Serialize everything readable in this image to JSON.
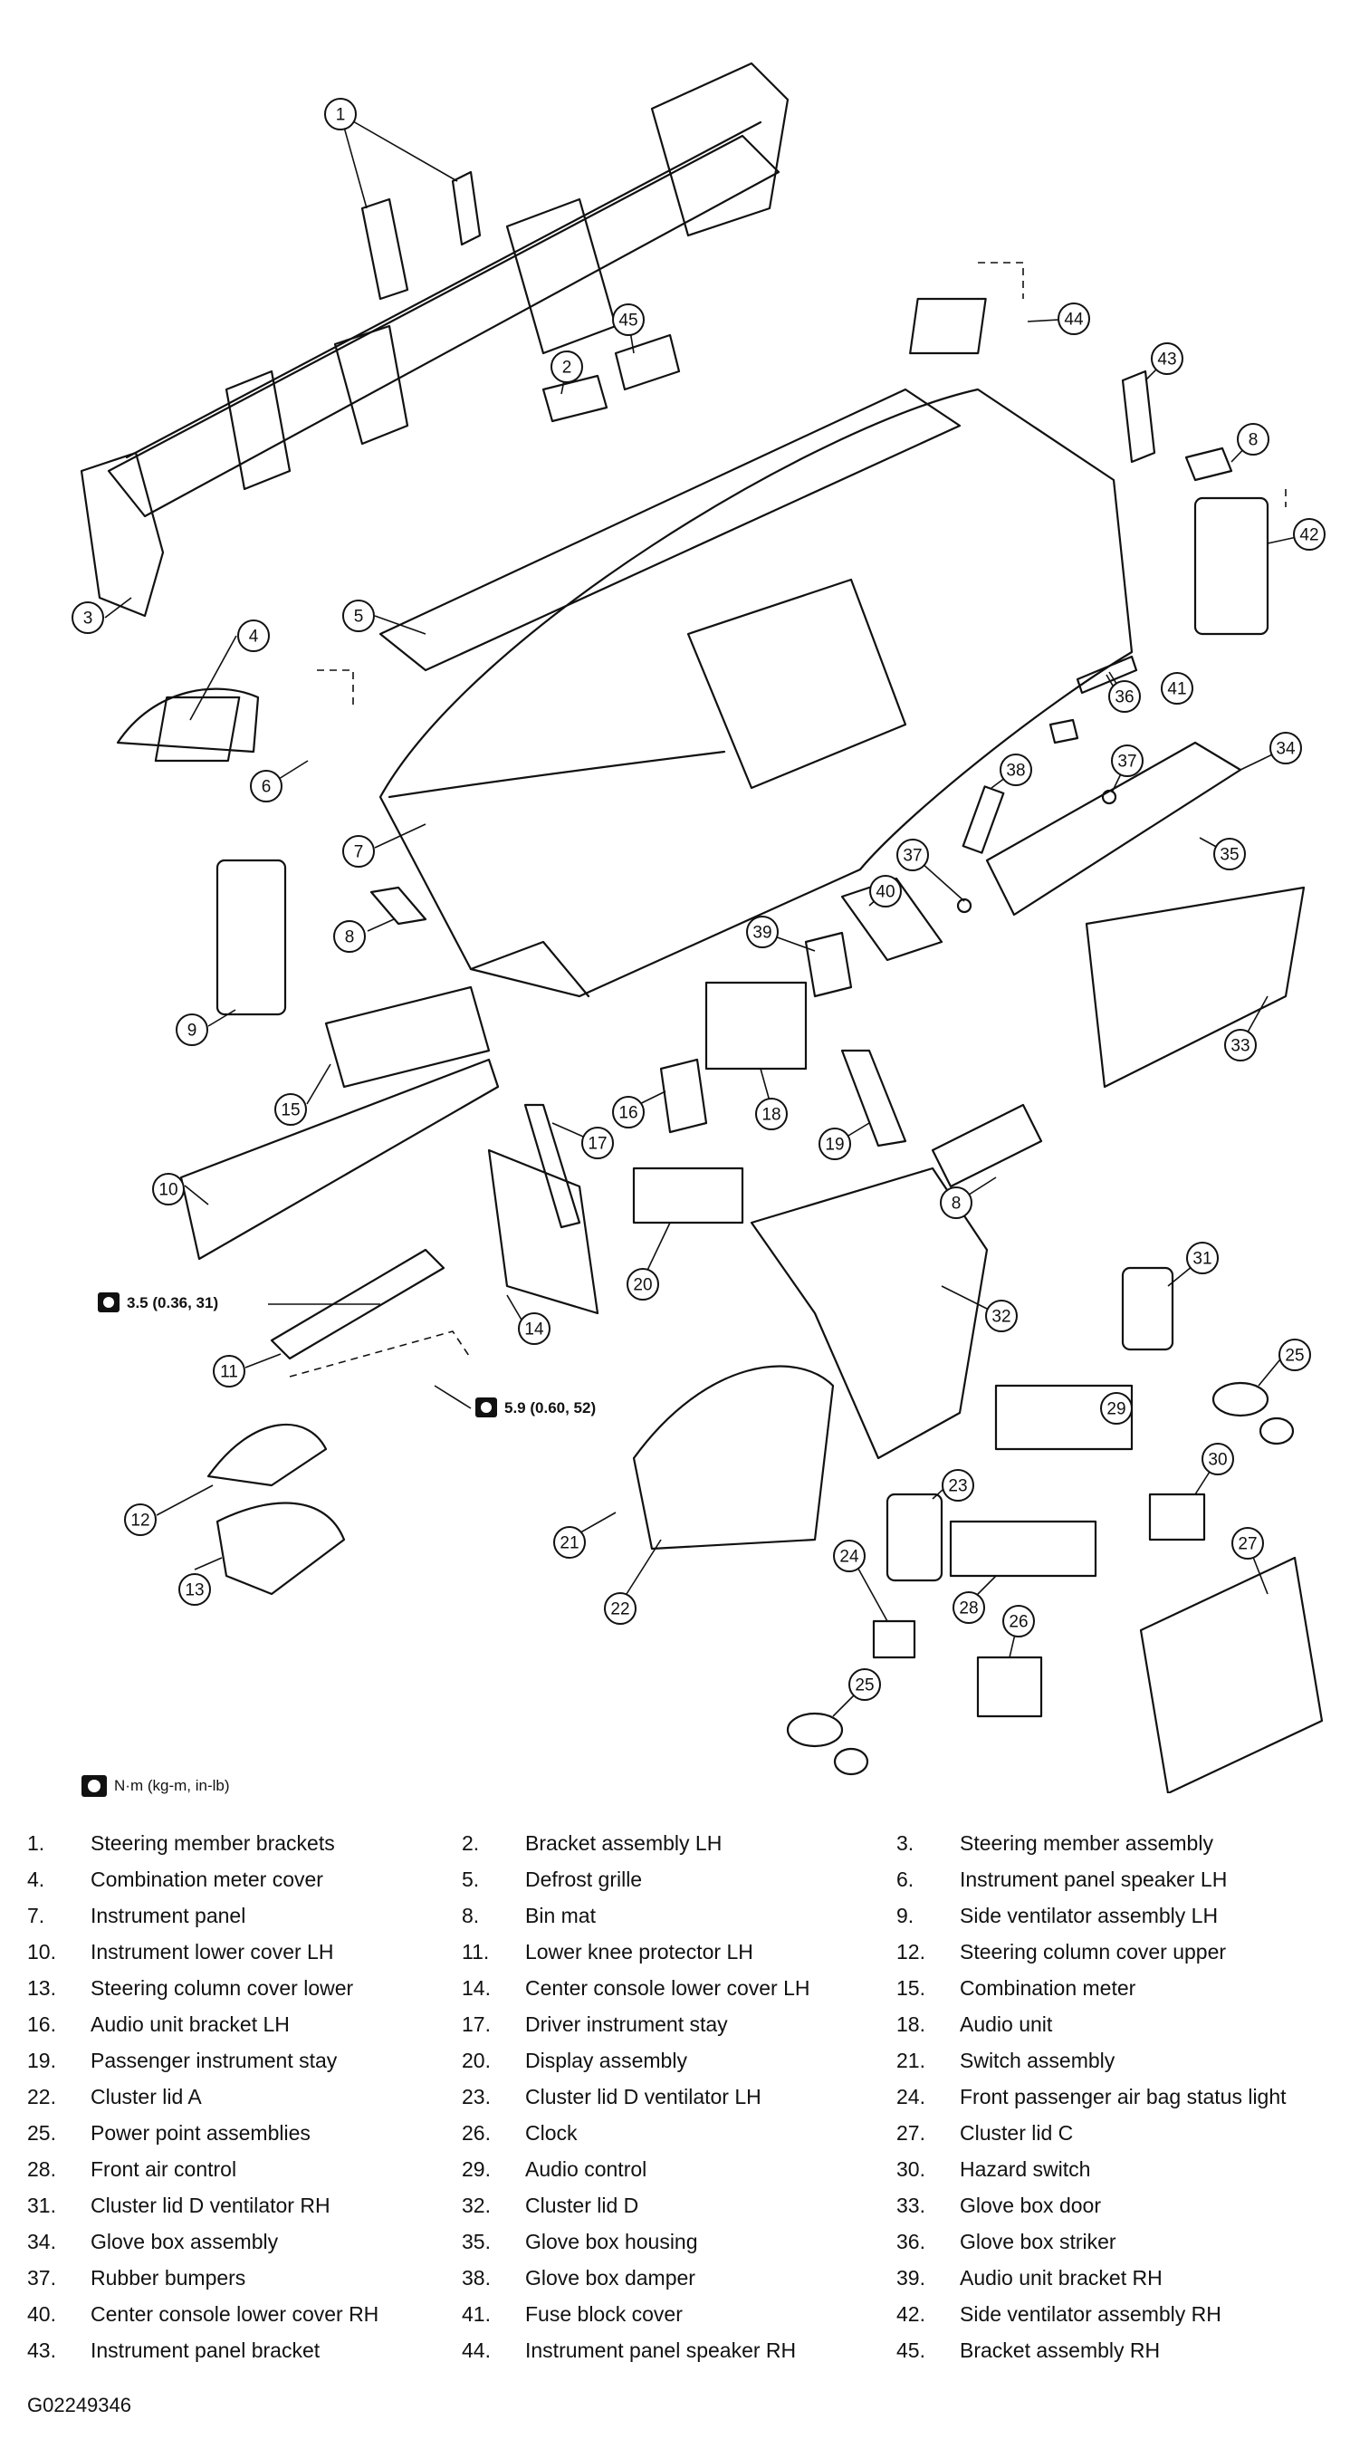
{
  "callouts": [
    "1",
    "2",
    "3",
    "4",
    "5",
    "6",
    "7",
    "8",
    "9",
    "10",
    "11",
    "12",
    "13",
    "14",
    "15",
    "16",
    "17",
    "18",
    "19",
    "20",
    "21",
    "22",
    "23",
    "24",
    "25",
    "26",
    "27",
    "28",
    "29",
    "30",
    "31",
    "32",
    "33",
    "34",
    "35",
    "36",
    "37",
    "38",
    "39",
    "40",
    "41",
    "42",
    "43",
    "44",
    "45"
  ],
  "torque": {
    "t1": "3.5 (0.36, 31)",
    "t2": "5.9 (0.60, 52)"
  },
  "units_note": "N·m (kg-m, in-lb)",
  "legend": [
    [
      {
        "n": "1.",
        "t": "Steering member brackets"
      },
      {
        "n": "2.",
        "t": "Bracket assembly LH"
      },
      {
        "n": "3.",
        "t": "Steering member assembly"
      }
    ],
    [
      {
        "n": "4.",
        "t": "Combination meter cover"
      },
      {
        "n": "5.",
        "t": "Defrost grille"
      },
      {
        "n": "6.",
        "t": "Instrument panel speaker LH"
      }
    ],
    [
      {
        "n": "7.",
        "t": "Instrument panel"
      },
      {
        "n": "8.",
        "t": "Bin mat"
      },
      {
        "n": "9.",
        "t": "Side ventilator assembly LH"
      }
    ],
    [
      {
        "n": "10.",
        "t": "Instrument lower cover LH"
      },
      {
        "n": "11.",
        "t": "Lower knee protector LH"
      },
      {
        "n": "12.",
        "t": "Steering column cover upper"
      }
    ],
    [
      {
        "n": "13.",
        "t": "Steering column cover lower"
      },
      {
        "n": "14.",
        "t": "Center console lower cover LH"
      },
      {
        "n": "15.",
        "t": "Combination meter"
      }
    ],
    [
      {
        "n": "16.",
        "t": "Audio unit bracket LH"
      },
      {
        "n": "17.",
        "t": "Driver instrument stay"
      },
      {
        "n": "18.",
        "t": "Audio unit"
      }
    ],
    [
      {
        "n": "19.",
        "t": "Passenger instrument stay"
      },
      {
        "n": "20.",
        "t": "Display assembly"
      },
      {
        "n": "21.",
        "t": "Switch assembly"
      }
    ],
    [
      {
        "n": "22.",
        "t": "Cluster lid A"
      },
      {
        "n": "23.",
        "t": "Cluster lid D ventilator LH"
      },
      {
        "n": "24.",
        "t": "Front passenger air bag status light"
      }
    ],
    [
      {
        "n": "25.",
        "t": "Power point assemblies"
      },
      {
        "n": "26.",
        "t": "Clock"
      },
      {
        "n": "27.",
        "t": "Cluster lid C"
      }
    ],
    [
      {
        "n": "28.",
        "t": "Front air control"
      },
      {
        "n": "29.",
        "t": "Audio control"
      },
      {
        "n": "30.",
        "t": "Hazard switch"
      }
    ],
    [
      {
        "n": "31.",
        "t": "Cluster lid D ventilator RH"
      },
      {
        "n": "32.",
        "t": "Cluster lid D"
      },
      {
        "n": "33.",
        "t": "Glove box door"
      }
    ],
    [
      {
        "n": "34.",
        "t": "Glove box assembly"
      },
      {
        "n": "35.",
        "t": "Glove box housing"
      },
      {
        "n": "36.",
        "t": "Glove box striker"
      }
    ],
    [
      {
        "n": "37.",
        "t": "Rubber bumpers"
      },
      {
        "n": "38.",
        "t": "Glove box damper"
      },
      {
        "n": "39.",
        "t": "Audio unit bracket RH"
      }
    ],
    [
      {
        "n": "40.",
        "t": "Center console lower cover RH"
      },
      {
        "n": "41.",
        "t": "Fuse block cover"
      },
      {
        "n": "42.",
        "t": "Side ventilator assembly RH"
      }
    ],
    [
      {
        "n": "43.",
        "t": "Instrument panel bracket"
      },
      {
        "n": "44.",
        "t": "Instrument panel speaker RH"
      },
      {
        "n": "45.",
        "t": "Bracket assembly RH"
      }
    ]
  ],
  "figure_id": "G02249346"
}
